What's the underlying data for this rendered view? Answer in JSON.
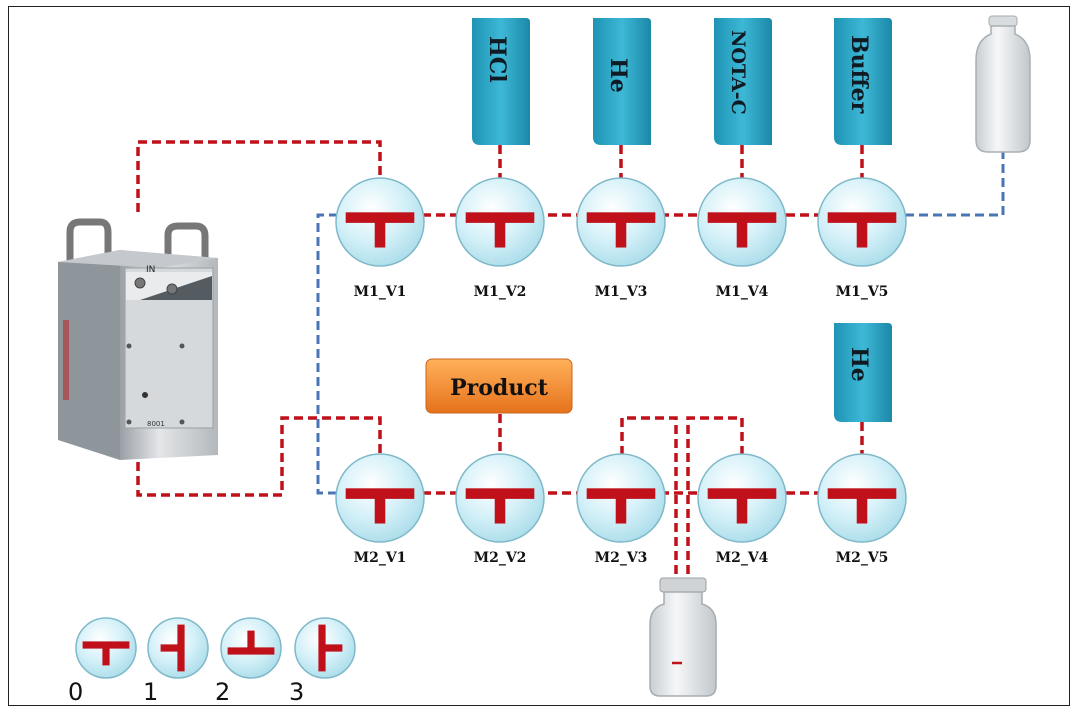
{
  "valves_row1": [
    {
      "label": "M1_V1"
    },
    {
      "label": "M1_V2"
    },
    {
      "label": "M1_V3"
    },
    {
      "label": "M1_V4"
    },
    {
      "label": "M1_V5"
    }
  ],
  "valves_row2": [
    {
      "label": "M2_V1"
    },
    {
      "label": "M2_V2"
    },
    {
      "label": "M2_V3"
    },
    {
      "label": "M2_V4"
    },
    {
      "label": "M2_V5"
    }
  ],
  "reagents_row1": [
    {
      "label": "HCl"
    },
    {
      "label": "He"
    },
    {
      "label": "NOTA-C"
    },
    {
      "label": "Buffer"
    }
  ],
  "reagent_row2": {
    "label": "He"
  },
  "product": {
    "label": "Product"
  },
  "device_text": {
    "in_label": "IN",
    "model": "8001"
  },
  "legend": [
    {
      "label": "0"
    },
    {
      "label": "1"
    },
    {
      "label": "2"
    },
    {
      "label": "3"
    }
  ],
  "colors": {
    "valve_fill": "#cfeef7",
    "valve_tee": "#c0101a",
    "red_line": "#c0101a",
    "blue_line": "#4a74b4",
    "reagent_fill": "#2aa3c2",
    "product_fill": "#f0892c"
  }
}
